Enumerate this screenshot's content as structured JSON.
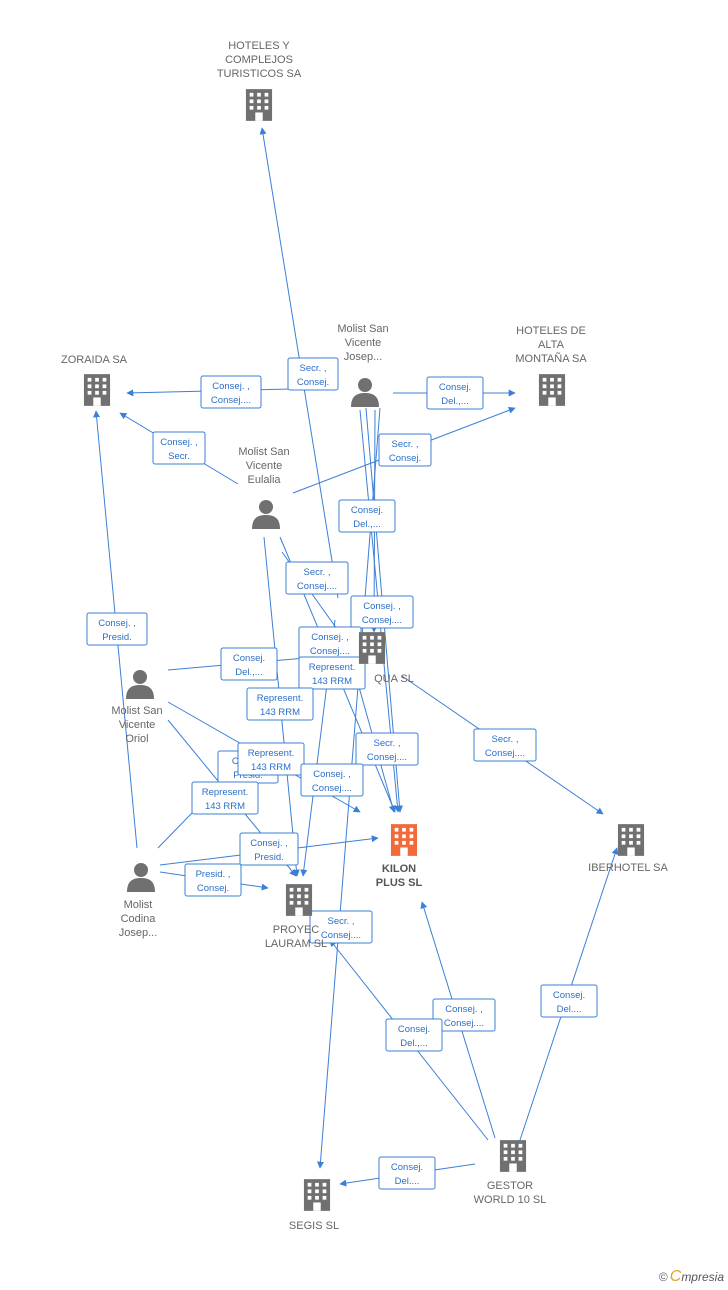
{
  "colors": {
    "edge": "#3b7fd6",
    "company": "#707070",
    "focus": "#f06a3a",
    "person": "#707070"
  },
  "nodes": [
    {
      "id": "hoteles_complejos",
      "type": "company",
      "lines": [
        "HOTELES Y",
        "COMPLEJOS",
        "TURISTICOS SA"
      ]
    },
    {
      "id": "zoraida",
      "type": "company",
      "lines": [
        "ZORAIDA SA"
      ]
    },
    {
      "id": "hoteles_alta",
      "type": "company",
      "lines": [
        "HOTELES DE",
        "ALTA",
        "MONTAÑA SA"
      ]
    },
    {
      "id": "p_josep",
      "type": "person",
      "lines": [
        "Molist San",
        "Vicente",
        "Josep..."
      ]
    },
    {
      "id": "p_eulalia",
      "type": "person",
      "lines": [
        "Molist San",
        "Vicente",
        "Eulalia"
      ]
    },
    {
      "id": "aqua",
      "type": "company",
      "lines": [
        "QUA SL"
      ]
    },
    {
      "id": "p_oriol",
      "type": "person",
      "lines": [
        "Molist San",
        "Vicente",
        "Oriol"
      ]
    },
    {
      "id": "kilon",
      "type": "focus",
      "lines": [
        "KILON",
        "PLUS SL"
      ]
    },
    {
      "id": "iberhotel",
      "type": "company",
      "lines": [
        "IBERHOTEL SA"
      ]
    },
    {
      "id": "p_codina",
      "type": "person",
      "lines": [
        "Molist",
        "Codina",
        "Josep..."
      ]
    },
    {
      "id": "proyectos",
      "type": "company",
      "lines": [
        "PROYEC",
        "LAURAM SL"
      ]
    },
    {
      "id": "gestor",
      "type": "company",
      "lines": [
        "GESTOR",
        "WORLD 10 SL"
      ]
    },
    {
      "id": "segis",
      "type": "company",
      "lines": [
        "SEGIS SL"
      ]
    }
  ],
  "edge_labels": [
    [
      "Secr. ,",
      "Consej."
    ],
    [
      "Consej. ,",
      "Consej...."
    ],
    [
      "Consej.",
      "Del.,..."
    ],
    [
      "Consej. ,",
      "Secr."
    ],
    [
      "Secr. ,",
      "Consej."
    ],
    [
      "Consej.",
      "Del.,..."
    ],
    [
      "Secr. ,",
      "Consej...."
    ],
    [
      "Consej. ,",
      "Consej...."
    ],
    [
      "Consej. ,",
      "Presid."
    ],
    [
      "Consej. ,",
      "Consej...."
    ],
    [
      "Consej.",
      "Del.,..."
    ],
    [
      "Represent.",
      "143 RRM"
    ],
    [
      "Represent.",
      "143 RRM"
    ],
    [
      "Secr. ,",
      "Consej...."
    ],
    [
      "Secr. ,",
      "Consej...."
    ],
    [
      "Consej.",
      "Presid."
    ],
    [
      "Represent.",
      "143 RRM"
    ],
    [
      "Consej. ,",
      "Consej...."
    ],
    [
      "Represent.",
      "143 RRM"
    ],
    [
      "Consej. ,",
      "Presid."
    ],
    [
      "Presid. ,",
      "Consej."
    ],
    [
      "Secr. ,",
      "Consej...."
    ],
    [
      "Consej. ,",
      "Consej...."
    ],
    [
      "Consej.",
      "Del.,..."
    ],
    [
      "Consej.",
      "Del...."
    ],
    [
      "Consej.",
      "Del...."
    ]
  ],
  "footer": {
    "copyright": "©",
    "brand_first": "C",
    "brand_rest": "mpresia"
  }
}
